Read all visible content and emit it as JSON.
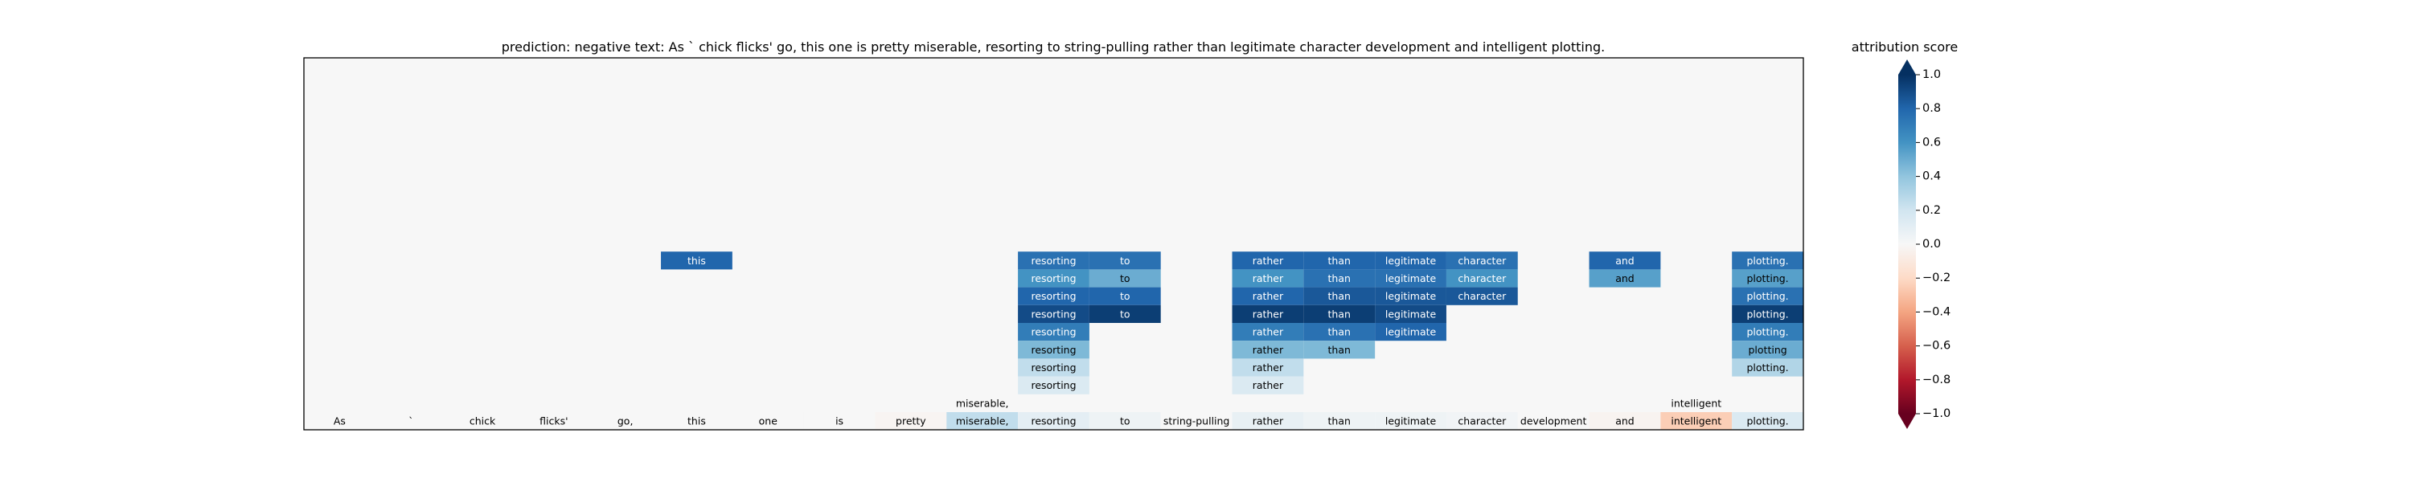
{
  "chart_data": {
    "type": "heatmap",
    "title": "prediction:  negative     text:  As ` chick flicks' go, this one is pretty miserable, resorting to string-pulling rather than legitimate character development and intelligent plotting.",
    "colorbar": {
      "label": "attribution score",
      "cmap": "RdBu",
      "range": [
        -1.0,
        1.0
      ],
      "ticks": [
        1.0,
        0.8,
        0.6,
        0.4,
        0.2,
        0.0,
        -0.2,
        -0.4,
        -0.6,
        -0.8,
        -1.0
      ],
      "tick_labels": [
        "1.0",
        "0.8",
        "0.6",
        "0.4",
        "0.2",
        "0.0",
        "−0.2",
        "−0.4",
        "−0.6",
        "−0.8",
        "−1.0"
      ],
      "extend": "both"
    },
    "base_row": [
      {
        "token": "As",
        "value": 0.0
      },
      {
        "token": "`",
        "value": 0.0
      },
      {
        "token": "chick",
        "value": 0.0
      },
      {
        "token": "flicks'",
        "value": 0.0
      },
      {
        "token": "go,",
        "value": 0.0
      },
      {
        "token": "this",
        "value": 0.0
      },
      {
        "token": "one",
        "value": 0.0
      },
      {
        "token": "is",
        "value": 0.0
      },
      {
        "token": "pretty",
        "value": -0.02
      },
      {
        "token": "miserable,",
        "value": 0.25
      },
      {
        "token": "resorting",
        "value": 0.1
      },
      {
        "token": "to",
        "value": 0.05
      },
      {
        "token": "string-pulling",
        "value": 0.0
      },
      {
        "token": "rather",
        "value": 0.08
      },
      {
        "token": "than",
        "value": 0.05
      },
      {
        "token": "legitimate",
        "value": 0.05
      },
      {
        "token": "character",
        "value": 0.03
      },
      {
        "token": "development",
        "value": 0.0
      },
      {
        "token": "and",
        "value": -0.03
      },
      {
        "token": "intelligent",
        "value": -0.25
      },
      {
        "token": "plotting.",
        "value": 0.15
      }
    ],
    "stacked_cells": [
      {
        "col": 5,
        "level": 9,
        "token": "this",
        "value": 0.8
      },
      {
        "col": 9,
        "level": 1,
        "token": "miserable,",
        "value": 0.0
      },
      {
        "col": 10,
        "level": 9,
        "token": "resorting",
        "value": 0.75
      },
      {
        "col": 10,
        "level": 8,
        "token": "resorting",
        "value": 0.6
      },
      {
        "col": 10,
        "level": 7,
        "token": "resorting",
        "value": 0.8
      },
      {
        "col": 10,
        "level": 6,
        "token": "resorting",
        "value": 0.9
      },
      {
        "col": 10,
        "level": 5,
        "token": "resorting",
        "value": 0.7
      },
      {
        "col": 10,
        "level": 4,
        "token": "resorting",
        "value": 0.45
      },
      {
        "col": 10,
        "level": 3,
        "token": "resorting",
        "value": 0.25
      },
      {
        "col": 10,
        "level": 2,
        "token": "resorting",
        "value": 0.15
      },
      {
        "col": 11,
        "level": 9,
        "token": "to",
        "value": 0.75
      },
      {
        "col": 11,
        "level": 8,
        "token": "to",
        "value": 0.5
      },
      {
        "col": 11,
        "level": 7,
        "token": "to",
        "value": 0.8
      },
      {
        "col": 11,
        "level": 6,
        "token": "to",
        "value": 0.95
      },
      {
        "col": 13,
        "level": 9,
        "token": "rather",
        "value": 0.8
      },
      {
        "col": 13,
        "level": 8,
        "token": "rather",
        "value": 0.6
      },
      {
        "col": 13,
        "level": 7,
        "token": "rather",
        "value": 0.8
      },
      {
        "col": 13,
        "level": 6,
        "token": "rather",
        "value": 0.95
      },
      {
        "col": 13,
        "level": 5,
        "token": "rather",
        "value": 0.7
      },
      {
        "col": 13,
        "level": 4,
        "token": "rather",
        "value": 0.45
      },
      {
        "col": 13,
        "level": 3,
        "token": "rather",
        "value": 0.25
      },
      {
        "col": 13,
        "level": 2,
        "token": "rather",
        "value": 0.15
      },
      {
        "col": 14,
        "level": 9,
        "token": "than",
        "value": 0.8
      },
      {
        "col": 14,
        "level": 8,
        "token": "than",
        "value": 0.75
      },
      {
        "col": 14,
        "level": 7,
        "token": "than",
        "value": 0.85
      },
      {
        "col": 14,
        "level": 6,
        "token": "than",
        "value": 0.95
      },
      {
        "col": 14,
        "level": 5,
        "token": "than",
        "value": 0.75
      },
      {
        "col": 14,
        "level": 4,
        "token": "than",
        "value": 0.45
      },
      {
        "col": 15,
        "level": 9,
        "token": "legitimate",
        "value": 0.8
      },
      {
        "col": 15,
        "level": 8,
        "token": "legitimate",
        "value": 0.75
      },
      {
        "col": 15,
        "level": 7,
        "token": "legitimate",
        "value": 0.85
      },
      {
        "col": 15,
        "level": 6,
        "token": "legitimate",
        "value": 0.9
      },
      {
        "col": 15,
        "level": 5,
        "token": "legitimate",
        "value": 0.8
      },
      {
        "col": 16,
        "level": 9,
        "token": "character",
        "value": 0.75
      },
      {
        "col": 16,
        "level": 8,
        "token": "character",
        "value": 0.6
      },
      {
        "col": 16,
        "level": 7,
        "token": "character",
        "value": 0.85
      },
      {
        "col": 18,
        "level": 9,
        "token": "and",
        "value": 0.8
      },
      {
        "col": 18,
        "level": 8,
        "token": "and",
        "value": 0.55
      },
      {
        "col": 19,
        "level": 1,
        "token": "intelligent",
        "value": 0.0
      },
      {
        "col": 20,
        "level": 9,
        "token": "plotting.",
        "value": 0.75
      },
      {
        "col": 20,
        "level": 8,
        "token": "plotting.",
        "value": 0.55
      },
      {
        "col": 20,
        "level": 7,
        "token": "plotting.",
        "value": 0.75
      },
      {
        "col": 20,
        "level": 6,
        "token": "plotting.",
        "value": 0.95
      },
      {
        "col": 20,
        "level": 5,
        "token": "plotting.",
        "value": 0.7
      },
      {
        "col": 20,
        "level": 4,
        "token": "plotting",
        "value": 0.5
      },
      {
        "col": 20,
        "level": 3,
        "token": "plotting.",
        "value": 0.3
      }
    ],
    "background_value": 0.0
  }
}
